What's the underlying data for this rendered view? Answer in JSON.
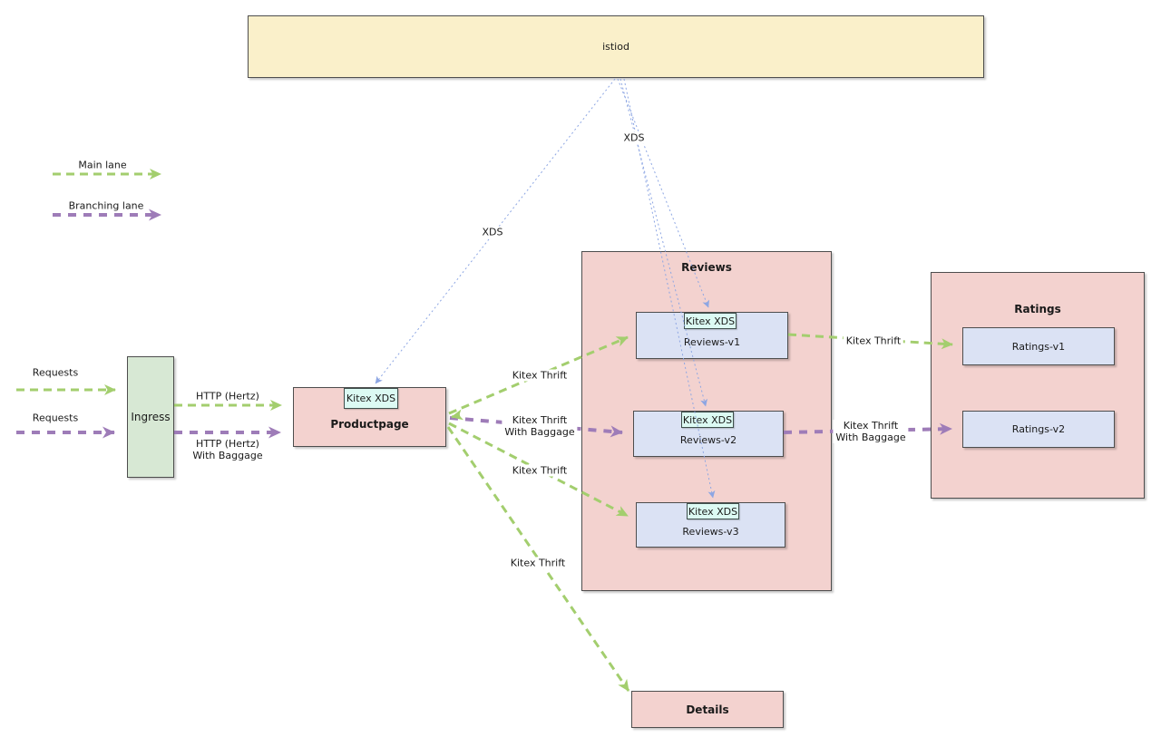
{
  "colors": {
    "main_lane": "#a3ce6e",
    "branching_lane": "#9e7cb8",
    "xds_line": "#8da6e3",
    "istiod_fill": "#faf0ca",
    "pink_fill": "#f3d2cf",
    "ingress_fill": "#d7e8d4",
    "version_fill": "#dbe2f4",
    "xds_badge_fill": "#dcfaf3",
    "border": "#4d4d4d"
  },
  "legend": {
    "main": "Main lane",
    "branching": "Branching lane"
  },
  "nodes": {
    "istiod": "istiod",
    "ingress": "Ingress",
    "productpage": "Productpage",
    "kitex_xds": "Kitex XDS",
    "reviews": "Reviews",
    "reviews_v1": "Reviews-v1",
    "reviews_v2": "Reviews-v2",
    "reviews_v3": "Reviews-v3",
    "ratings": "Ratings",
    "ratings_v1": "Ratings-v1",
    "ratings_v2": "Ratings-v2",
    "details": "Details"
  },
  "edge_labels": {
    "requests_main": "Requests",
    "requests_branching": "Requests",
    "http_hertz": "HTTP (Hertz)",
    "http_hertz_baggage": "HTTP (Hertz)\nWith Baggage",
    "xds_productpage": "XDS",
    "xds_reviews": "XDS",
    "thrift_v1": "Kitex Thrift",
    "thrift_baggage_v2": "Kitex Thrift\nWith Baggage",
    "thrift_v3": "Kitex Thrift",
    "thrift_details": "Kitex Thrift",
    "thrift_ratings_v1": "Kitex Thrift",
    "thrift_baggage_ratings_v2": "Kitex Thrift\nWith Baggage"
  }
}
